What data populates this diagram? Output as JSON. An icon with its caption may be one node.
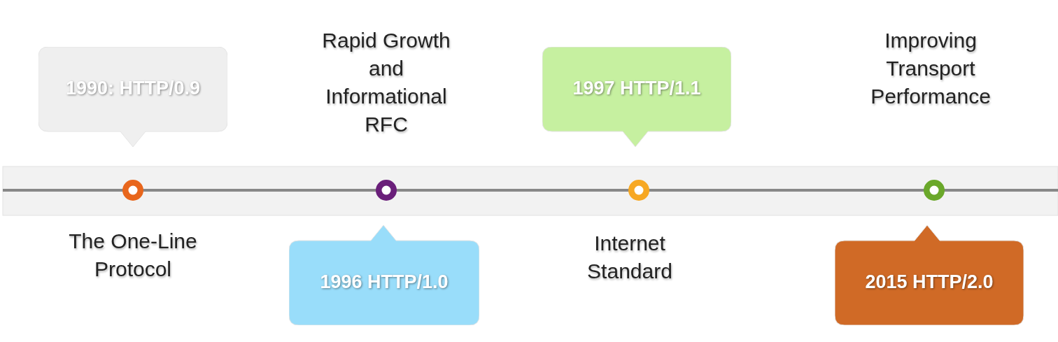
{
  "diagram": {
    "nodes": [
      {
        "text": [
          "1990: HTTP/0.9"
        ]
      },
      {
        "text": [
          "1996 HTTP/1.0"
        ]
      },
      {
        "text": [
          "1997 HTTP/1.1"
        ]
      },
      {
        "text": [
          "2015 HTTP/2.0"
        ]
      }
    ],
    "labels": [
      "Rapid Growth and Informational RFC",
      "Improving Transport Performance",
      "The One-Line Protocol",
      "Internet Standard"
    ]
  }
}
